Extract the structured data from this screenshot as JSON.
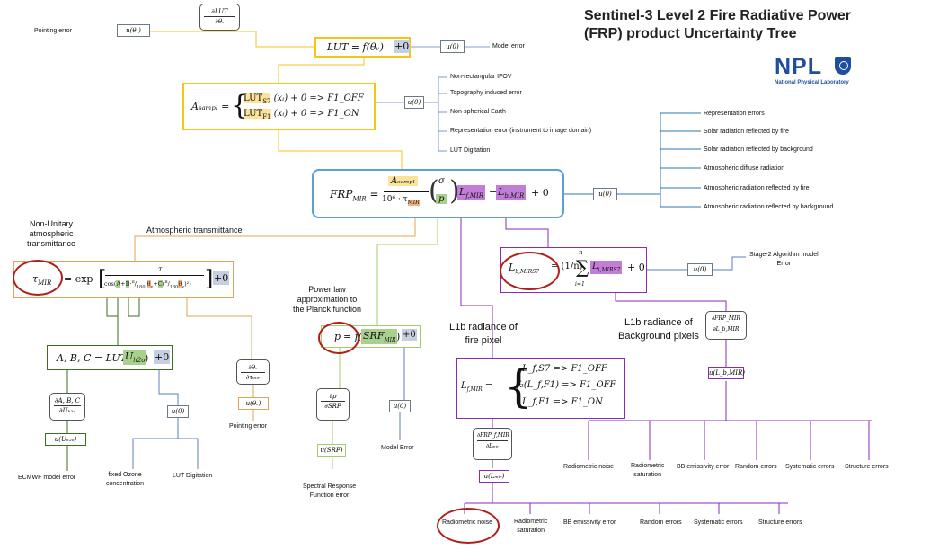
{
  "title": {
    "line1": "Sentinel-3 Level 2 Fire Radiative Power",
    "line2": "(FRP) product Uncertainty Tree"
  },
  "logo": {
    "name": "NPL",
    "subtitle": "National Physical Laboratory",
    "color": "#1f4e9c"
  },
  "colors": {
    "lut_branch": "#f5c518",
    "transmittance_branch": "#e3a05a",
    "planck_branch": "#a6cc6a",
    "radiance_branch": "#8a2bb5",
    "dark_green": "#3b6e1f",
    "blue": "#2e75b6",
    "uncertainty_box": "#5b7fb9",
    "highlight_circle": "#b0201b"
  },
  "lut_section": {
    "deriv_num": "∂LUT",
    "deriv_den": "∂θᵥ",
    "pointing_error_label": "Pointing error",
    "u_theta": "u(θᵥ)",
    "lut_eq": "LUT = f(θᵥ)",
    "plus_zero": "+0",
    "u_zero": "u(0)",
    "model_error_label": "Model error"
  },
  "asampl_section": {
    "lhs": "Aₛₐₘₚₗ =",
    "row1": "LUT",
    "row1_sub": "S7",
    "row1_rest": "(xᵢ) + 0 => F1_OFF",
    "row2": "LUT",
    "row2_sub": "F1",
    "row2_rest": "(xᵢ) + 0 => F1_ON",
    "u_zero": "u(0)",
    "sources": [
      "Non-rectangular IFOV",
      "Topography induced error",
      "Non-spherical Earth",
      "Representation error (instrument to image domain)",
      "LUT Digitation"
    ]
  },
  "frp_section": {
    "lhs": "FRP",
    "lhs_sub": "MIR",
    "a_sampl": "Aₛₐₘₚₗ",
    "denominator": "10⁶ · τ",
    "denominator_sub": "MIR",
    "sigma": "σ",
    "p": "p",
    "lf": "L",
    "lf_sub": "f,MIR",
    "minus": "−",
    "lb": "L",
    "lb_sub": "b,MIR",
    "plus_zero": "+ 0",
    "u_zero": "u(0)",
    "sources": [
      "Representation errors",
      "Solar radiation reflected by fire",
      "Solar radiation reflected by background",
      "Atmospheric diffuse radiation",
      "Atmospheric radiation reflected by fire",
      "Atmospheric radiation reflected by background"
    ]
  },
  "transmittance_section": {
    "heading": "Atmospheric transmittance",
    "note": "Non-Unitary\natmospheric\ntransmittance",
    "lhs": "τ",
    "lhs_sub": "MIR",
    "eq": "= exp",
    "num": "τ",
    "den": "cos(A+B·(π/180)·θᵥ+C·((π/180)·θᵥ)²)",
    "plus_zero": "+0",
    "abc_eq": "A, B, C = LUT(U",
    "abc_sub": "h2o",
    "abc_close": ")",
    "abc_plus": "+0",
    "deriv_abc_num": "∂A, B, C",
    "deriv_abc_den": "∂Uₕ₂ₒ",
    "u_h2o": "u(Uₕ₂ₒ)",
    "ecmwf_label": "ECMWF model error",
    "u_zero": "u(0)",
    "ozone_label": "fixed Ozone\nconcentration",
    "lut_dig_label": "LUT Digitation",
    "deriv_theta_num": "∂θᵥ",
    "deriv_theta_den": "∂τₘᵢᵣ",
    "u_theta": "u(θᵥ)",
    "pointing_label": "Pointing error"
  },
  "planck_section": {
    "note": "Power law\napproximation to\nthe Planck function",
    "eq_lhs": "p",
    "eq": "= f(SRF",
    "eq_sub": "MIR",
    "eq_close": ")",
    "plus_zero": "+0",
    "deriv_num": "∂p",
    "deriv_den": "∂SRF",
    "u_srf": "u(SRF)",
    "srf_label": "Spectral Response\nFunction error",
    "u_zero": "u(0)",
    "model_error_label": "Model Error"
  },
  "fire_radiance_section": {
    "note": "L1b radiance of\nfire pixel",
    "lhs": "L",
    "lhs_sub": "f,MIR",
    "case1": "L_f,S7 => F1_OFF",
    "case2": "f₂(L_f,F1) => F1_OFF",
    "case3": "L_f,F1 => F1_ON",
    "deriv_num": "∂FRP_f,MIR",
    "deriv_den": "∂Lₘᵢᵣ",
    "u_l": "u(Lₘᵢᵣ)",
    "sources": [
      "Radiometric noise",
      "Radiometric\nsaturation",
      "BB emissivity error",
      "Random errors",
      "Systematic errors",
      "Structure errors"
    ]
  },
  "background_radiance_section": {
    "lhs": "L",
    "lhs_sub": "b,MIRS7",
    "eq": "= (1/n)",
    "sum_top": "n",
    "sum_bottom": "i=1",
    "term": "L",
    "term_sub": "i,MIRS7",
    "plus_zero": "+ 0",
    "u_zero": "u(0)",
    "stage2_label": "Stage-2 Algorithm model\nError",
    "note": "L1b radiance of\nBackground pixels",
    "deriv_num": "∂FRP_MIR",
    "deriv_den": "∂L_b,MIR",
    "u_lb": "u(L_b,MIR)",
    "sources": [
      "Radiometric noise",
      "Radiometric\nsaturation",
      "BB emissivity error",
      "Random errors",
      "Systematic errors",
      "Structure errors"
    ]
  }
}
